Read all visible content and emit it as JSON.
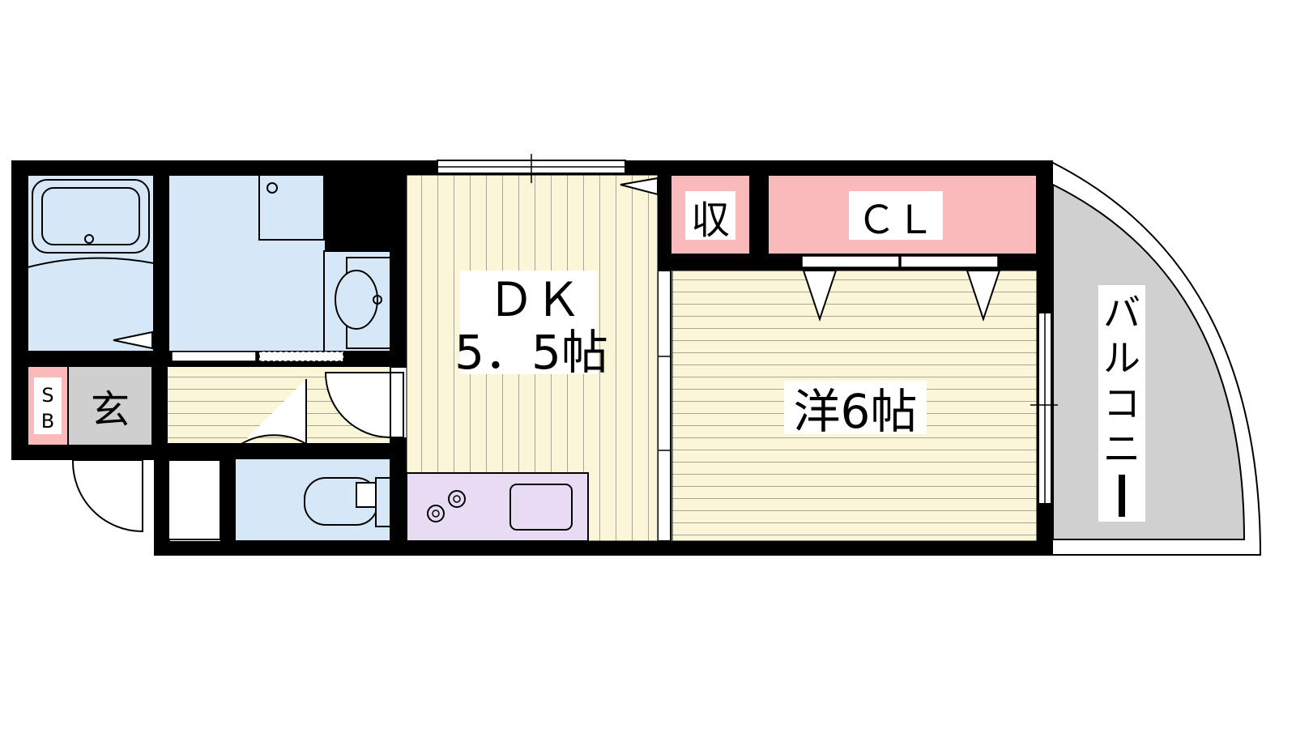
{
  "floorplan": {
    "rooms": {
      "dk": {
        "line1": "ＤＫ",
        "line2": "5．5帖"
      },
      "western": {
        "label": "洋6帖"
      },
      "closet": {
        "label": "ＣＬ"
      },
      "storage": {
        "label": "収"
      },
      "entrance": {
        "label": "玄"
      },
      "shoe_box": {
        "line1": "S",
        "line2": "B"
      },
      "balcony": {
        "chars": [
          "バ",
          "ル",
          "コ",
          "ニ",
          "ー"
        ]
      }
    },
    "colors": {
      "wall": "#000000",
      "wet_area": "#d6e8f8",
      "floor_wood": "#fcf6d8",
      "storage": "#f8baba",
      "kitchen": "#e8dcf4",
      "entrance": "#cfcfcf",
      "balcony": "#d0d0d0"
    }
  }
}
